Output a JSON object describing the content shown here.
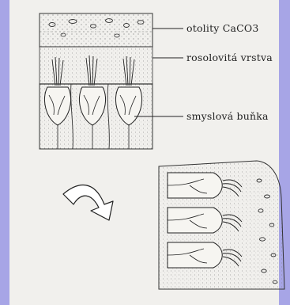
{
  "diagram": {
    "labels": {
      "otoliths": "otolity CaCO3",
      "gel_layer": "rosolovitá vrstva",
      "sensory_cell": "smyslová buňka"
    },
    "colors": {
      "background": "#a7a5e6",
      "paper": "#f1f0ed",
      "ink": "#2a2a2a"
    }
  }
}
